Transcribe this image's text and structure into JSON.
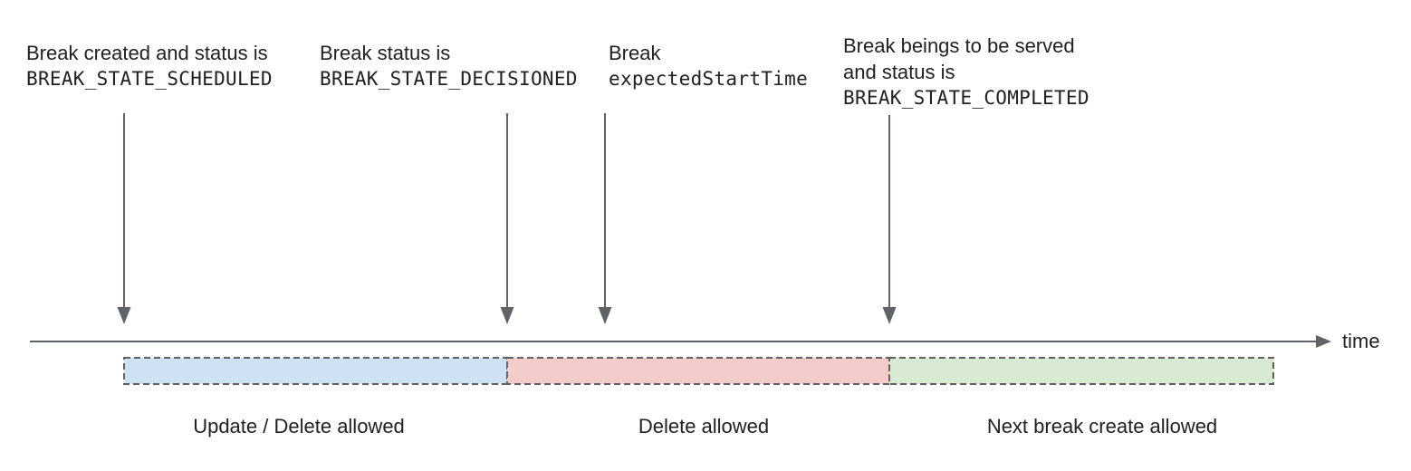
{
  "diagram": {
    "annotations": [
      {
        "lines": [
          "Break created and status is",
          "BREAK_STATE_SCHEDULED"
        ]
      },
      {
        "lines": [
          "Break status is",
          "BREAK_STATE_DECISIONED"
        ]
      },
      {
        "lines": [
          "Break",
          "expectedStartTime"
        ]
      },
      {
        "lines": [
          "Break beings to be served",
          "and status is",
          "BREAK_STATE_COMPLETED"
        ]
      }
    ],
    "timeline_label": "time",
    "regions": [
      {
        "label": "Update / Delete allowed",
        "color": "#cfe2f3"
      },
      {
        "label": "Delete allowed",
        "color": "#f4cccc"
      },
      {
        "label": "Next break create allowed",
        "color": "#d9ead3"
      }
    ],
    "colors": {
      "arrow": "#5f6368",
      "dashed_border": "#616161",
      "text": "#202124"
    }
  }
}
